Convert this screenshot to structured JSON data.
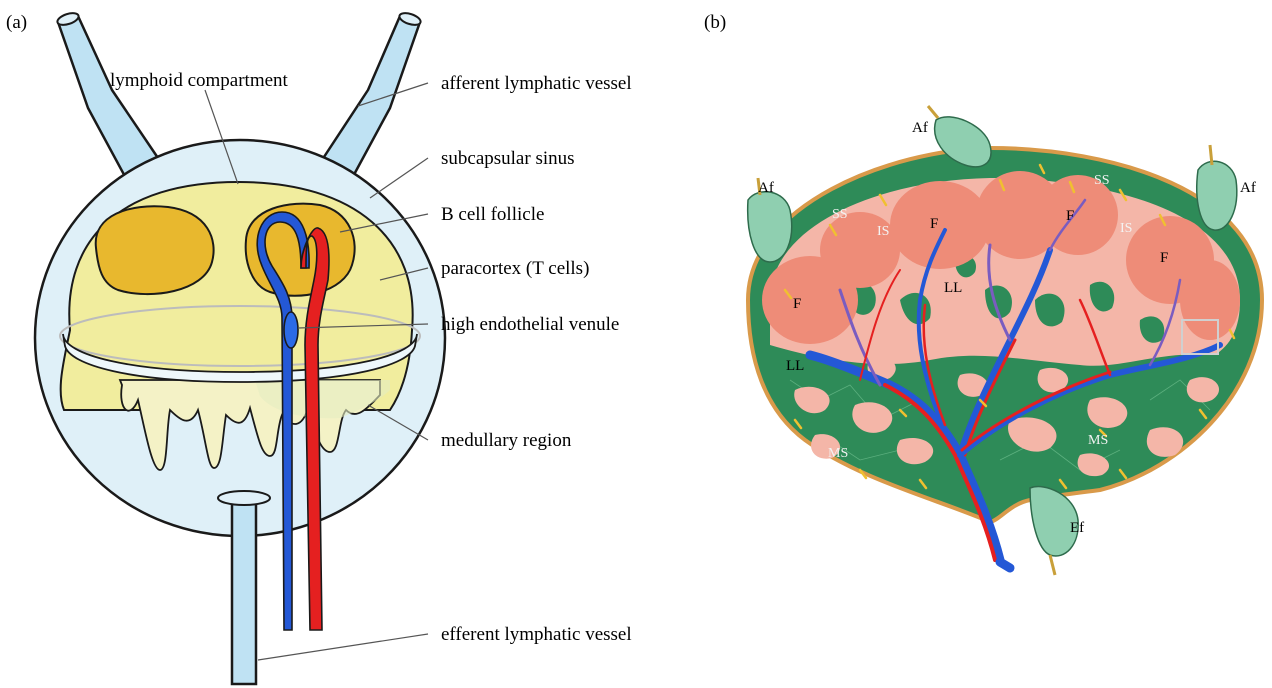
{
  "panel_a": {
    "tag": "(a)",
    "labels": {
      "lymphoid": "lymphoid compartment",
      "afferent": "afferent lymphatic vessel",
      "subcapsular": "subcapsular sinus",
      "bcell": "B cell follicle",
      "paracortex": "paracortex (T cells)",
      "hev": "high endothelial venule",
      "medullary": "medullary region",
      "efferent": "efferent lymphatic vessel"
    }
  },
  "panel_b": {
    "tag": "(b)",
    "labels": {
      "af_top": "Af",
      "af_left": "Af",
      "af_right": "Af",
      "ss_left": "SS",
      "ss_right": "SS",
      "is_left": "IS",
      "is_right": "IS",
      "f1": "F",
      "f2": "F",
      "f3": "F",
      "f4": "F",
      "ll_center": "LL",
      "ll_left": "LL",
      "ms_left": "MS",
      "ms_right": "MS",
      "ef": "Ef"
    }
  },
  "colors": {
    "lymph_vessel": "#bfe2f3",
    "capsule": "#dff0f8",
    "paracortex": "#f1ed9e",
    "follicle": "#e8b82e",
    "vein": "#2458d6",
    "artery": "#e52020",
    "node_green": "#2e8b58",
    "node_pink": "#f4b6a8",
    "follicle_b": "#ee8c78"
  }
}
